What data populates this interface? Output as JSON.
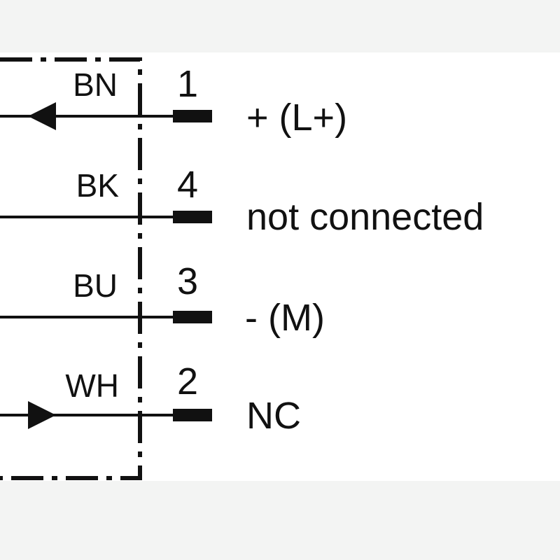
{
  "colors": {
    "background": "#f3f4f3",
    "panel": "#ffffff",
    "ink": "#111111"
  },
  "connections": [
    {
      "wire": "BN",
      "pin": "1",
      "signal": "+ (L+)",
      "arrow": "inward"
    },
    {
      "wire": "BK",
      "pin": "4",
      "signal": "not connected",
      "arrow": "none"
    },
    {
      "wire": "BU",
      "pin": "3",
      "signal": "- (M)",
      "arrow": "none"
    },
    {
      "wire": "WH",
      "pin": "2",
      "signal": "NC",
      "arrow": "outward"
    }
  ]
}
